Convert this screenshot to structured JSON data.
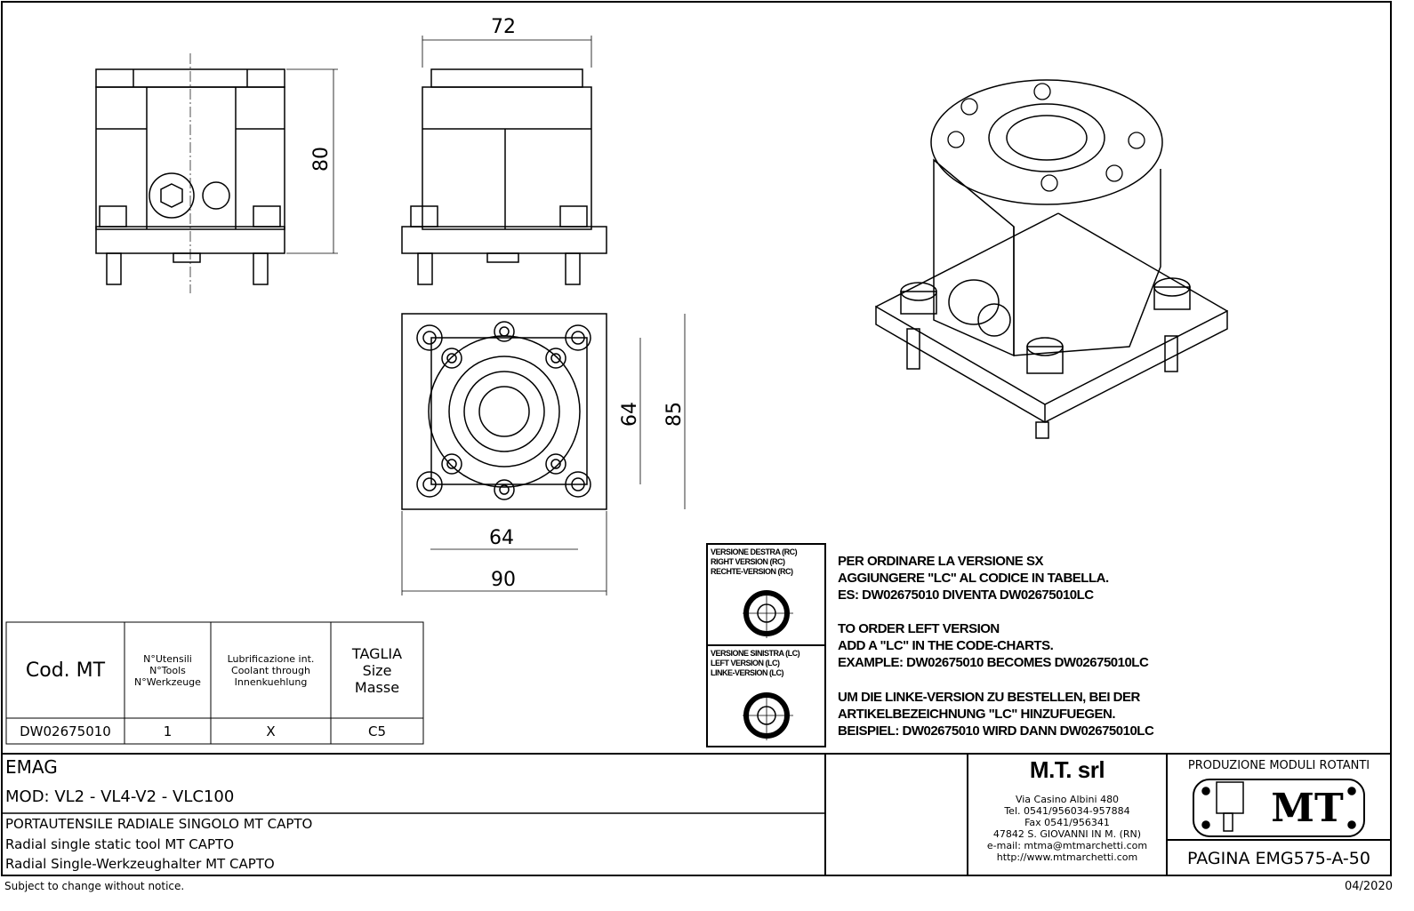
{
  "dimensions": {
    "front_height": "80",
    "side_width": "72",
    "top_inner_height": "64",
    "top_outer_height": "85",
    "top_inner_width": "64",
    "top_outer_width": "90"
  },
  "spec_table": {
    "headers": [
      "Cod. MT",
      "N°Utensili\nN°Tools\nN°Werkzeuge",
      "Lubrificazione int.\nCoolant through\nInnenkuehlung",
      "TAGLIA\nSize\nMasse"
    ],
    "rows": [
      [
        "DW02675010",
        "1",
        "X",
        "C5"
      ]
    ]
  },
  "version_box": {
    "right": "VERSIONE DESTRA (RC)\nRIGHT VERSION (RC)\nRECHTE-VERSION (RC)",
    "left": "VERSIONE SINISTRA (LC)\nLEFT VERSION (LC)\nLINKE-VERSION (LC)"
  },
  "order_notes": {
    "it": "PER ORDINARE LA VERSIONE SX\nAGGIUNGERE \"LC\" AL CODICE IN TABELLA.\nES: DW02675010 DIVENTA DW02675010LC",
    "en": "TO ORDER LEFT VERSION\nADD A \"LC\" IN THE CODE-CHARTS.\nEXAMPLE: DW02675010 BECOMES DW02675010LC",
    "de": "UM DIE LINKE-VERSION ZU BESTELLEN, BEI DER\nARTIKELBEZEICHNUNG \"LC\" HINZUFUEGEN.\nBEISPIEL: DW02675010 WIRD DANN DW02675010LC"
  },
  "title_block": {
    "machine": "EMAG",
    "model": "MOD: VL2 - VL4-V2 - VLC100",
    "desc_it": "PORTAUTENSILE RADIALE SINGOLO MT CAPTO",
    "desc_en": "Radial single static tool MT CAPTO",
    "desc_de": "Radial Single-Werkzeughalter MT CAPTO",
    "company": "M.T. srl",
    "address": "Via Casino Albini 480\nTel. 0541/956034-957884\nFax 0541/956341\n47842 S. GIOVANNI IN M. (RN)\ne-mail: mtma@mtmarchetti.com\nhttp://www.mtmarchetti.com",
    "division": "PRODUZIONE MODULI ROTANTI",
    "logo_text": "MT",
    "page": "PAGINA EMG575-A-50"
  },
  "footer": {
    "notice": "Subject to change without notice.",
    "date": "04/2020"
  }
}
